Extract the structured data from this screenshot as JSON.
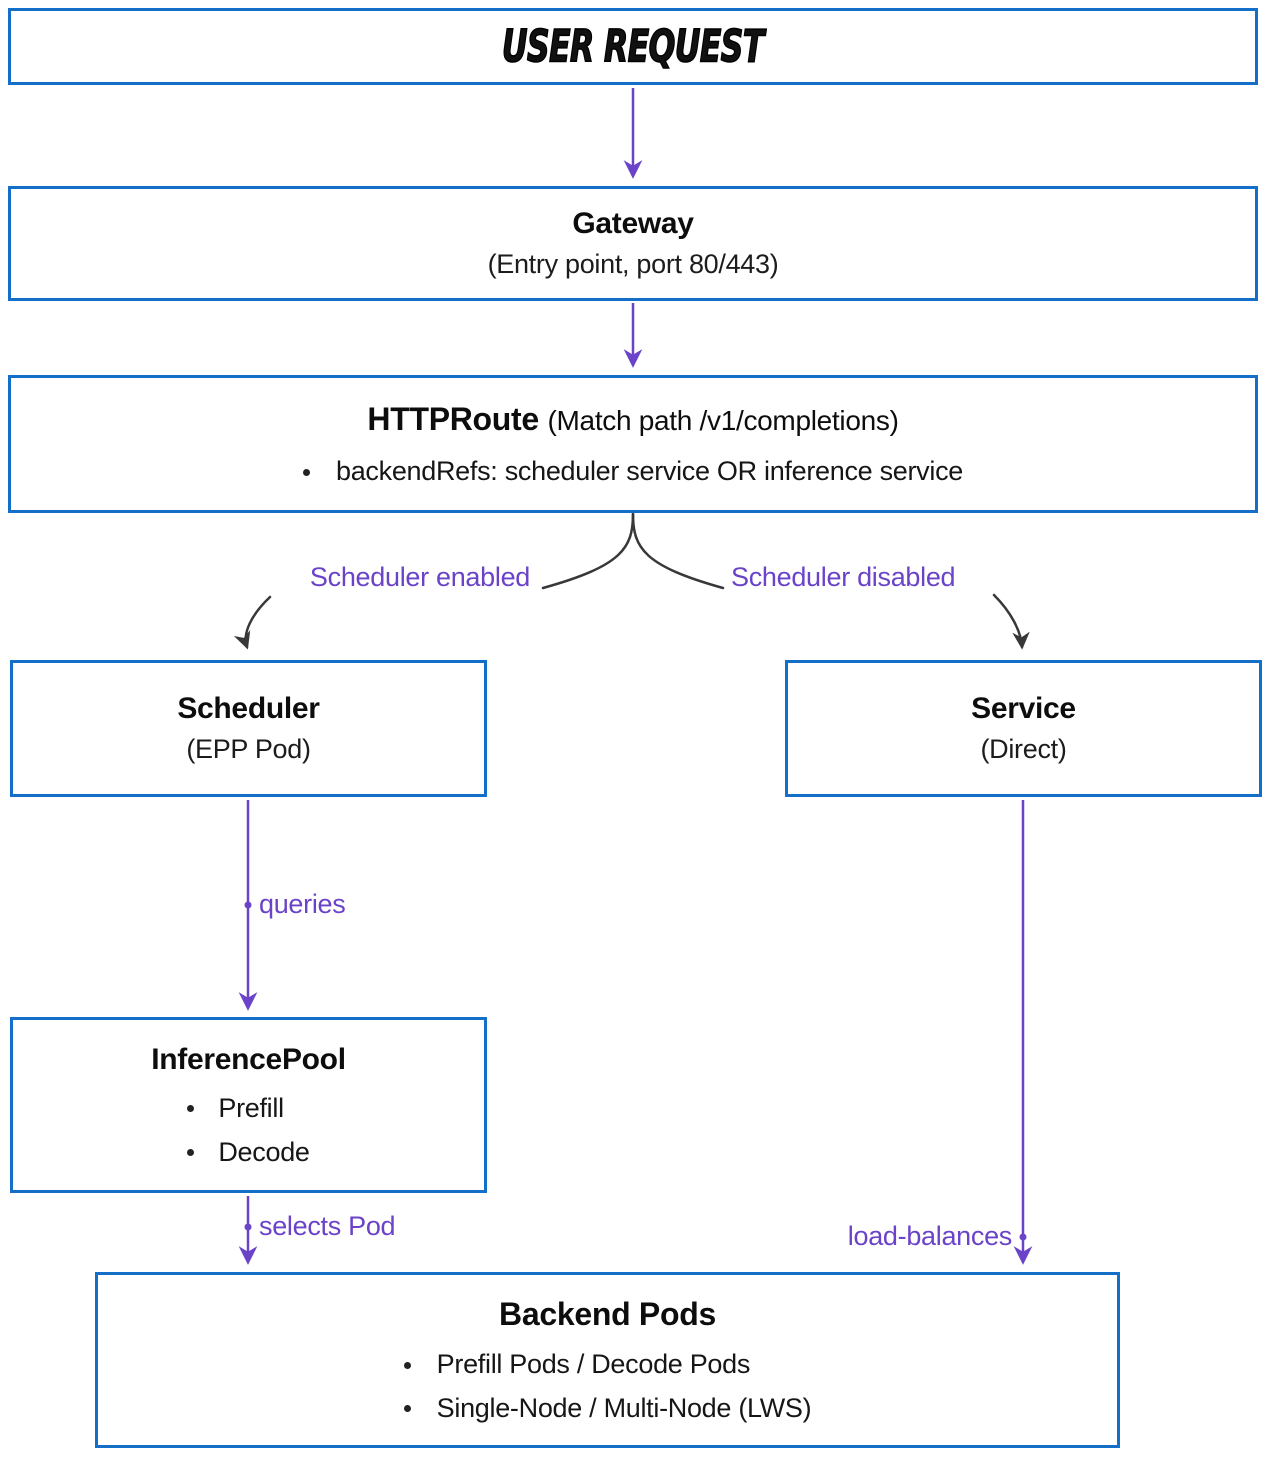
{
  "nodes": {
    "user_request": {
      "title": "USER REQUEST"
    },
    "gateway": {
      "title": "Gateway",
      "subtitle": "(Entry point, port 80/443)"
    },
    "httproute": {
      "title": "HTTPRoute",
      "suffix": "(Match path /v1/completions)",
      "bullets": [
        "backendRefs: scheduler service OR inference service"
      ]
    },
    "scheduler": {
      "title": "Scheduler",
      "subtitle": "(EPP Pod)"
    },
    "service": {
      "title": "Service",
      "subtitle": "(Direct)"
    },
    "inference_pool": {
      "title": "InferencePool",
      "bullets": [
        "Prefill",
        "Decode"
      ]
    },
    "backend_pods": {
      "title": "Backend Pods",
      "bullets": [
        "Prefill Pods / Decode Pods",
        "Single-Node / Multi-Node (LWS)"
      ]
    }
  },
  "edges": {
    "scheduler_enabled_label": "Scheduler enabled",
    "scheduler_disabled_label": "Scheduler disabled",
    "queries_label": "queries",
    "selects_pod_label": "selects Pod",
    "load_balances_label": "load-balances"
  },
  "colors": {
    "box_border": "#146fc8",
    "arrow_purple": "#6a43c9",
    "label_purple": "#6a43c9",
    "branch_dark": "#383838",
    "text": "#111111"
  }
}
